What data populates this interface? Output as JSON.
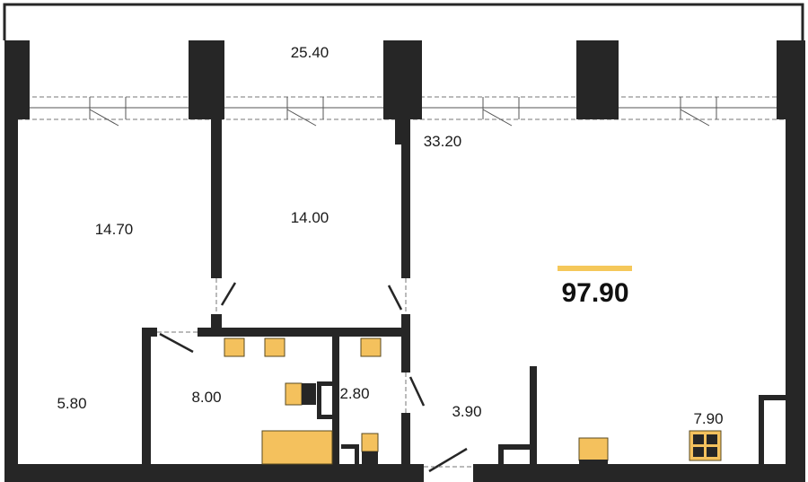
{
  "plan": {
    "total_area": "97.90",
    "rooms": [
      {
        "id": "balcony",
        "area": "25.40"
      },
      {
        "id": "living",
        "area": "33.20"
      },
      {
        "id": "bedroom-1",
        "area": "14.70"
      },
      {
        "id": "bedroom-2",
        "area": "14.00"
      },
      {
        "id": "hall",
        "area": "5.80"
      },
      {
        "id": "bathroom",
        "area": "8.00"
      },
      {
        "id": "wc",
        "area": "2.80"
      },
      {
        "id": "corridor",
        "area": "3.90"
      },
      {
        "id": "kitchen",
        "area": "7.90"
      }
    ]
  },
  "colors": {
    "wall": "#262626",
    "fixture": "#f4c15d",
    "accent_bar": "#f5c85a"
  }
}
